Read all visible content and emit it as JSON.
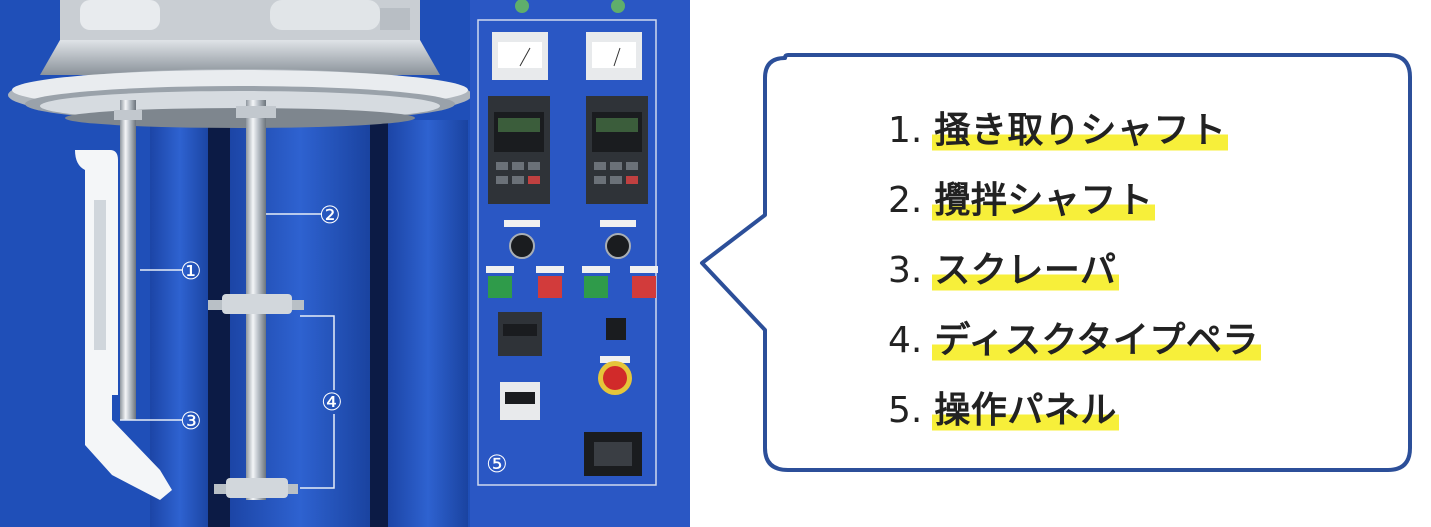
{
  "photo": {
    "callout_numbers": [
      "①",
      "②",
      "③",
      "④",
      "⑤"
    ],
    "background_color": "#1f4fb8",
    "panel_color": "#2a57c4"
  },
  "legend": {
    "items": [
      {
        "num": "1.",
        "label": "掻き取りシャフト"
      },
      {
        "num": "2.",
        "label": "攪拌シャフト"
      },
      {
        "num": "3.",
        "label": "スクレーパ"
      },
      {
        "num": "4.",
        "label": "ディスクタイプペラ"
      },
      {
        "num": "5.",
        "label": "操作パネル"
      }
    ],
    "highlight_color": "#f7ef3a",
    "border_color": "#2c4f99"
  }
}
